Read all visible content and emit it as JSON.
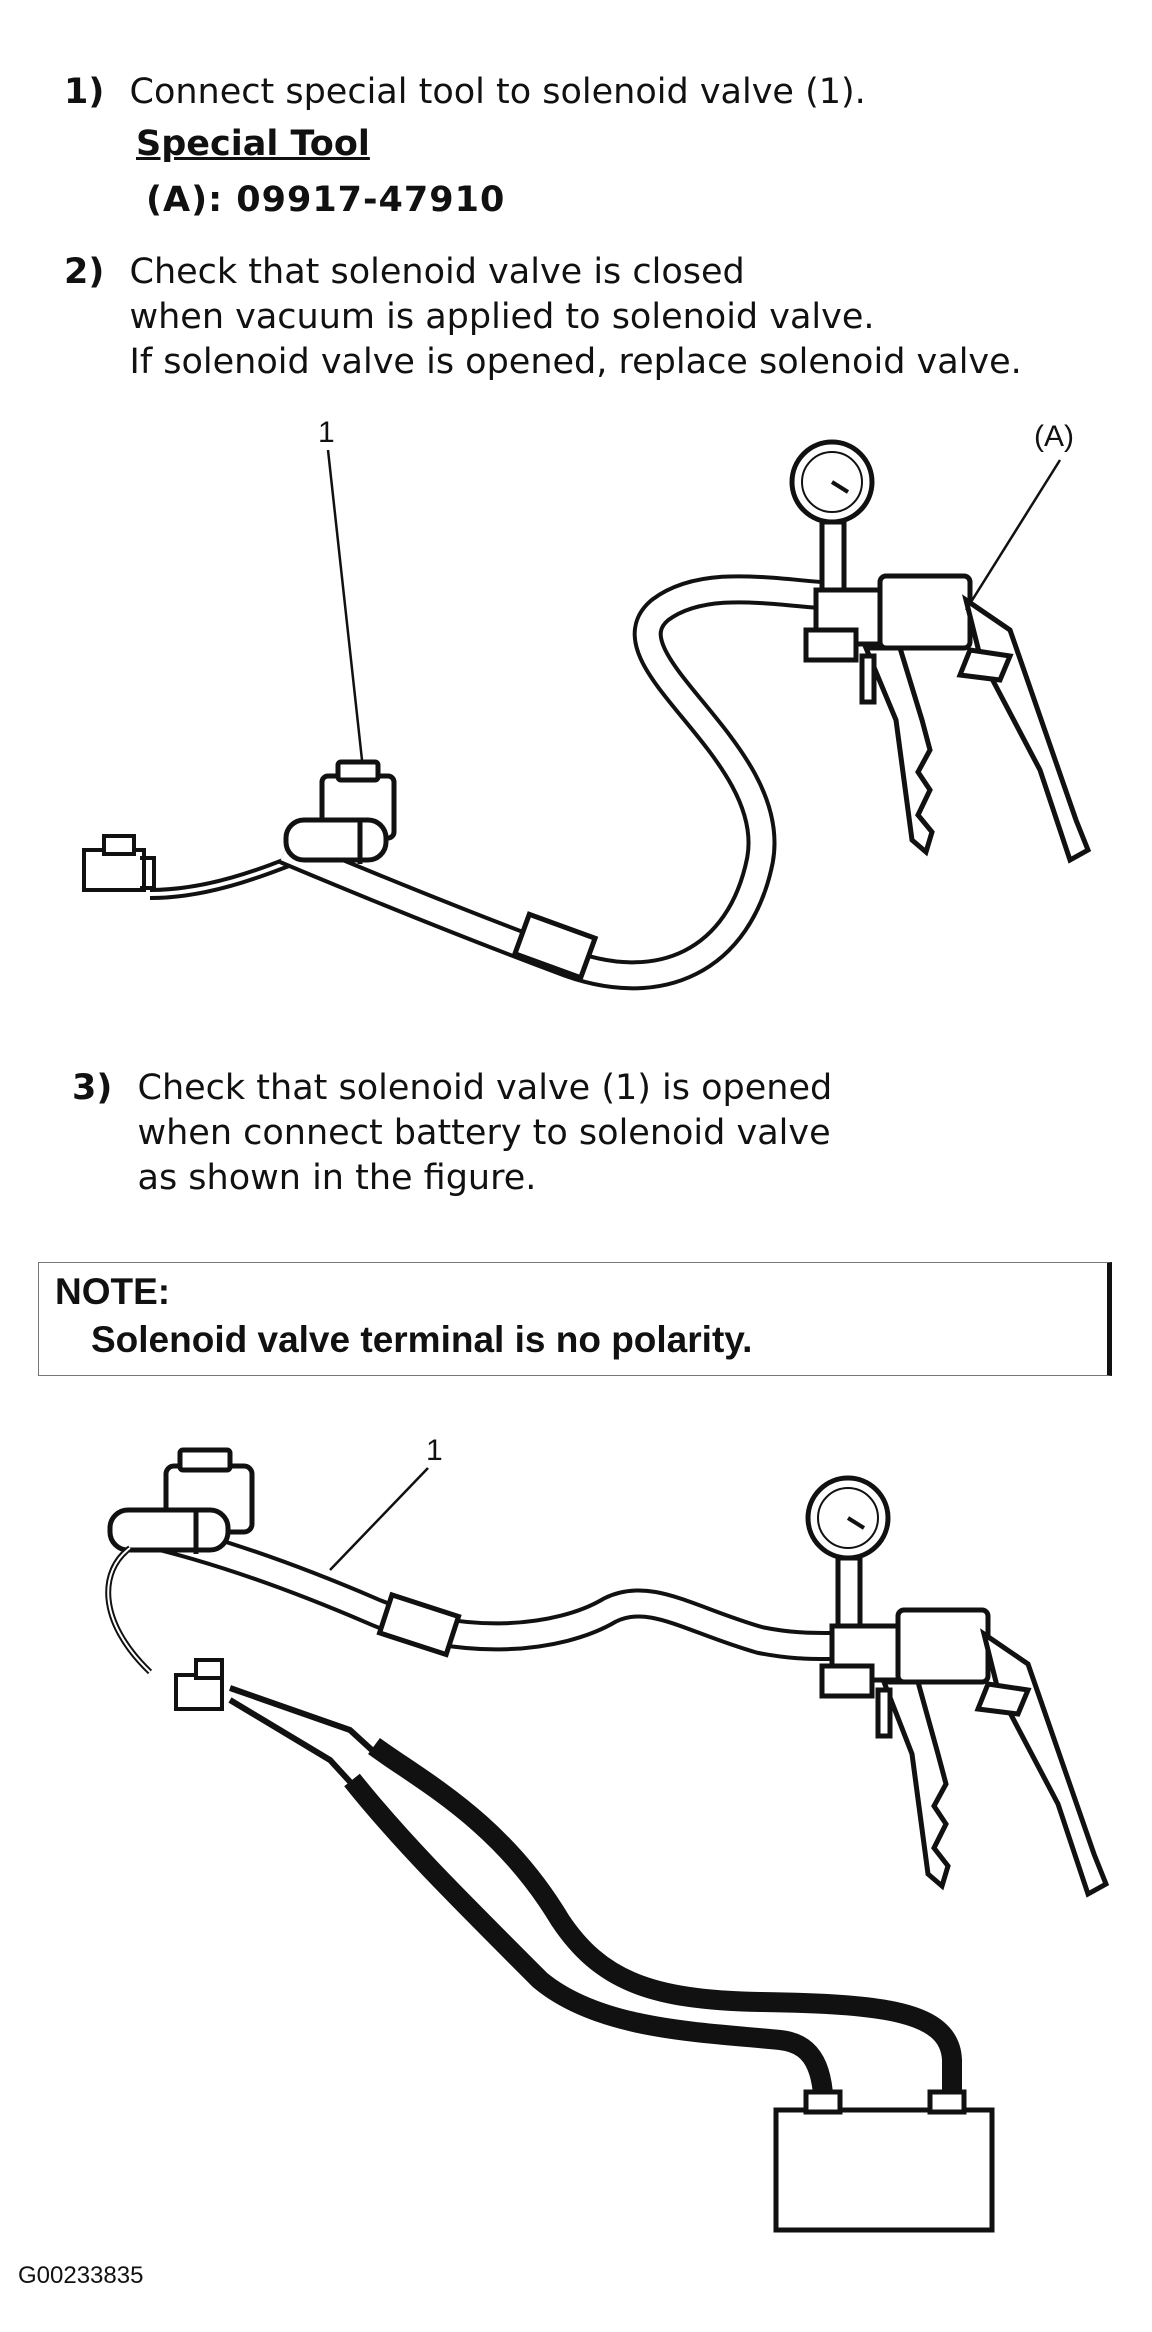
{
  "steps": [
    {
      "num": "1)",
      "lines": [
        "Connect special tool to solenoid valve (1)."
      ]
    },
    {
      "num": "2)",
      "lines": [
        "Check that solenoid valve is closed",
        "when vacuum is applied to solenoid valve.",
        "If solenoid valve is opened, replace solenoid valve."
      ]
    },
    {
      "num": "3)",
      "lines": [
        "Check that solenoid valve (1) is opened",
        "when connect battery to solenoid valve",
        "as shown in the figure."
      ]
    }
  ],
  "special_tool": {
    "heading": "Special Tool",
    "number": "(A): 09917-47910"
  },
  "note": {
    "title": "NOTE:",
    "body": "Solenoid valve terminal is no polarity."
  },
  "figure1": {
    "label_a": "(A)",
    "label_1": "1"
  },
  "figure2": {
    "label_1": "1"
  },
  "image_code": "G00233835"
}
